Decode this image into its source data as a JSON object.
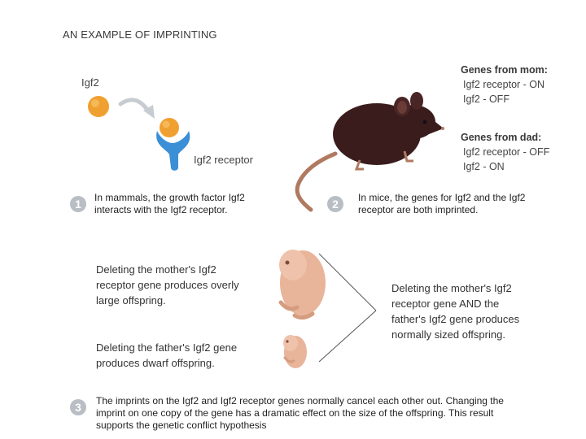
{
  "title": "AN EXAMPLE OF IMPRINTING",
  "panel1": {
    "ligand_label": "Igf2",
    "receptor_label": "Igf2 receptor",
    "step_number": "1",
    "caption_line1": "In mammals, the growth factor Igf2",
    "caption_line2": "interacts with the Igf2 receptor."
  },
  "panel2": {
    "mom_heading": "Genes from mom:",
    "mom_items": [
      "Igf2 receptor - ON",
      "Igf2 - OFF"
    ],
    "dad_heading": "Genes from dad:",
    "dad_items": [
      "Igf2 receptor - OFF",
      "Igf2 - ON"
    ],
    "step_number": "2",
    "caption_line1": "In mice, the genes for Igf2 and the Igf2",
    "caption_line2": "receptor are both imprinted."
  },
  "panel3": {
    "large_lines": [
      "Deleting the mother's Igf2",
      "receptor gene produces overly",
      "large offspring."
    ],
    "dwarf_lines": [
      "Deleting the father's Igf2 gene",
      "produces dwarf offspring."
    ],
    "normal_lines": [
      "Deleting the mother's Igf2",
      "receptor gene AND the",
      "father's Igf2 gene produces",
      "normally sized offspring."
    ],
    "step_number": "3",
    "conclusion_line1": "The imprints on the Igf2 and Igf2 receptor genes normally cancel each other out. Changing the",
    "conclusion_line2": "imprint on one copy of the gene has a dramatic effect on the size of the offspring. This result",
    "conclusion_line3": "supports the genetic conflict hypothesis"
  },
  "colors": {
    "ligand": "#f0a030",
    "receptor": "#3a8fd6",
    "mouse": "#3b1c1c",
    "mouse_tail": "#b07a60",
    "embryo": "#e8b49a",
    "step_circle": "#b9bec4",
    "arrow": "#c7ccd2"
  }
}
